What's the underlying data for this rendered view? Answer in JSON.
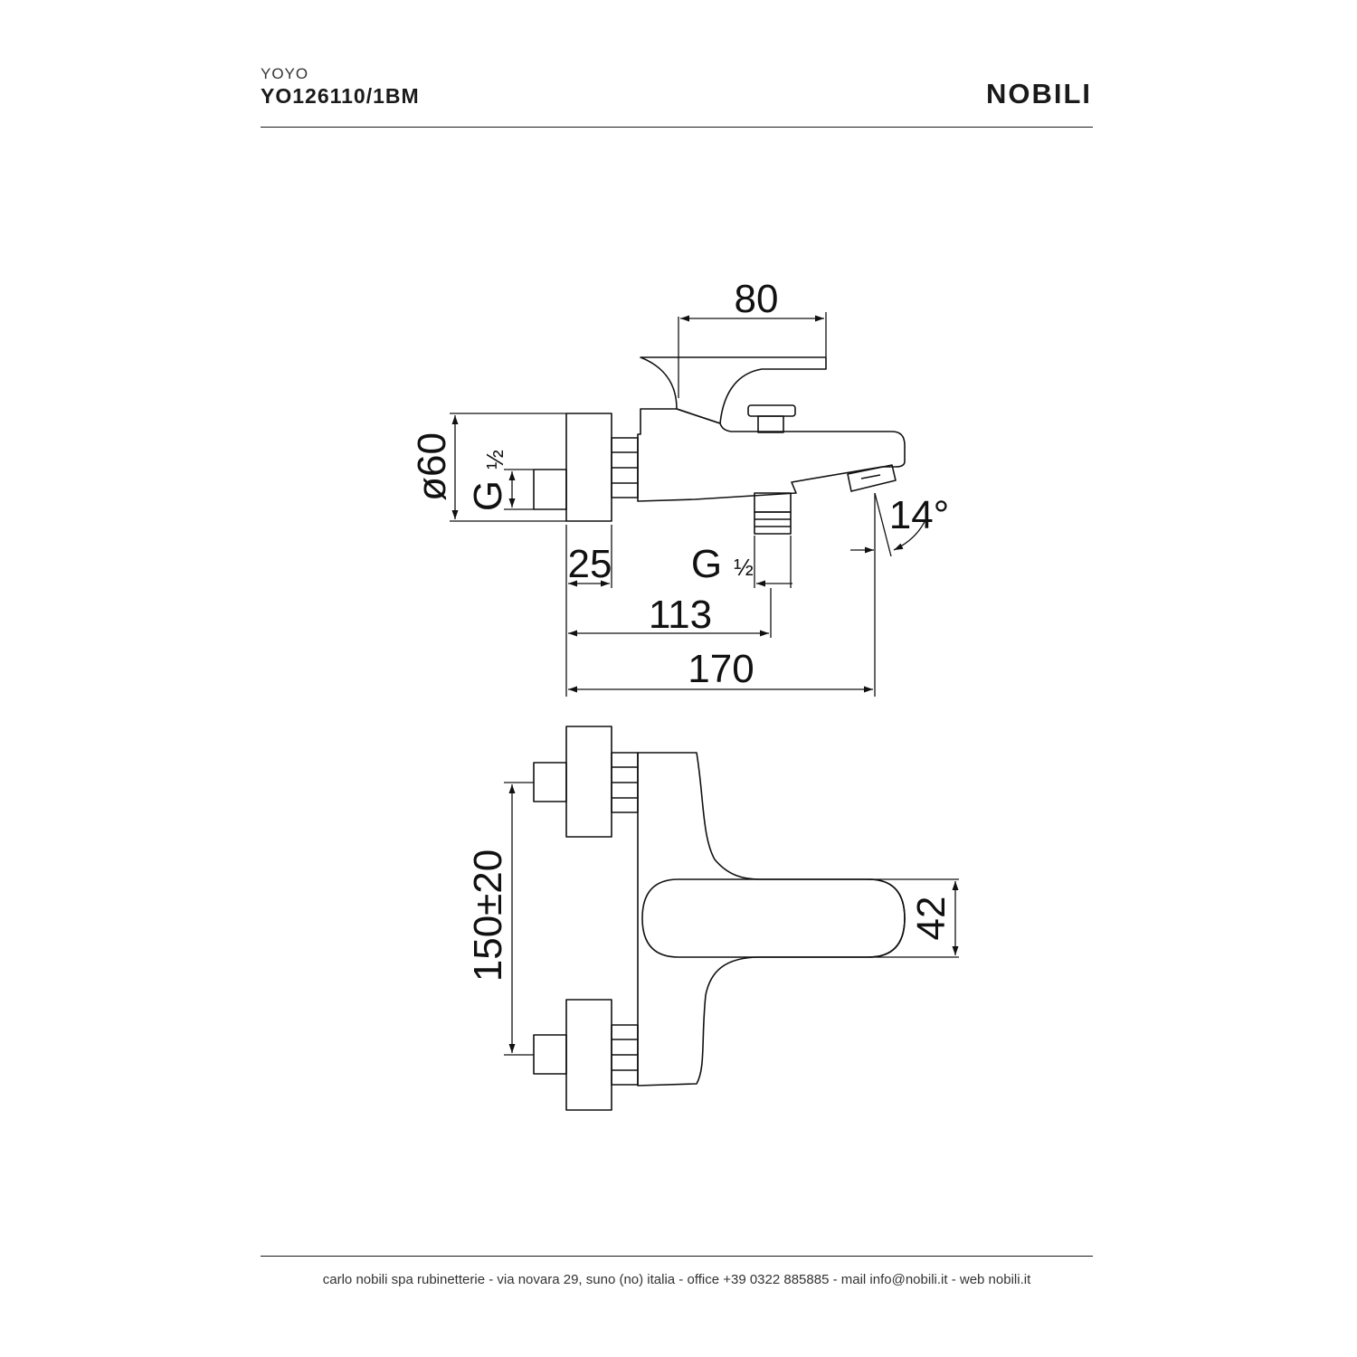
{
  "header": {
    "collection": "YOYO",
    "model": "YO126110/1BM",
    "brand": "NOBILI"
  },
  "dimensions": {
    "top_width": "80",
    "diameter": "ø60",
    "inlet_thread": "G",
    "inlet_fraction": "½",
    "wall_depth": "25",
    "outlet_thread": "G",
    "outlet_fraction": "½",
    "outlet_distance": "113",
    "overall_length": "170",
    "spout_angle": "14°",
    "centres": "150±20",
    "lever_width": "42"
  },
  "footer": {
    "text": "carlo nobili spa rubinetterie - via novara 29, suno (no) italia - office +39 0322 885885 - mail info@nobili.it - web nobili.it"
  }
}
